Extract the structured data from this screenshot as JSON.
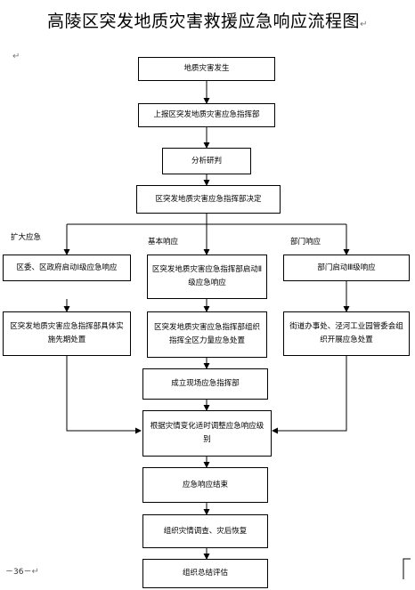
{
  "title": "高陵区突发地质灾害救援应急响应流程图",
  "paragraph_mark": "↵",
  "nodes": {
    "occur": "地质灾害发生",
    "report": "上报区突发地质灾害应急指挥部",
    "analyze": "分析研判",
    "decide": "区突发地质灾害应急指挥部决定",
    "left1": "区委、区政府启动Ⅰ级应急响应",
    "mid1": "区突发地质灾害应急指挥部启动Ⅱ级应急响应",
    "right1": "部门启动Ⅲ级响应",
    "left2": "区突发地质灾害应急指挥部具体实施先期处置",
    "mid2": "区突发地质灾害应急指挥部组织指挥全区力量应急处置",
    "right2": "街道办事处、泾河工业园管委会组织开展应急处置",
    "onsite": "成立现场应急指挥部",
    "adjust": "根据灾情变化适时调整应急响应级别",
    "end": "应急响应结束",
    "survey": "组织灾情调查、灾后恢复",
    "evaluate": "组织总结评估"
  },
  "branch_labels": {
    "left": "扩大应急",
    "middle": "基本响应",
    "right": "部门响应"
  },
  "footer": "－36－"
}
